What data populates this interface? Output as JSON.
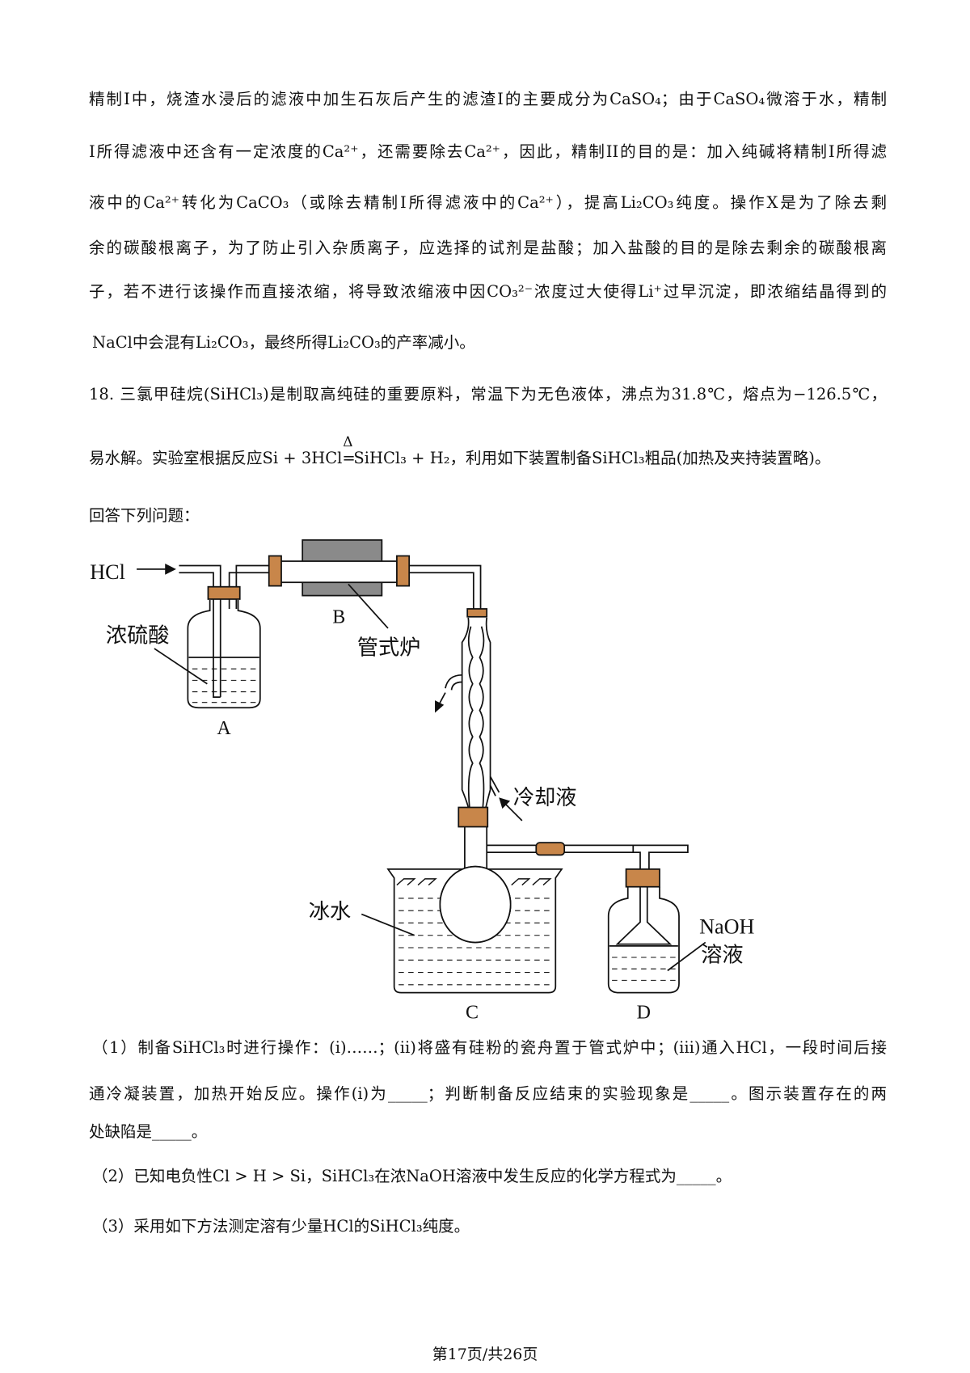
{
  "paragraph_lines": [
    "精制I中，烧渣水浸后的滤液中加生石灰后产生的滤渣I的主要成分为CaSO₄；由于CaSO₄微溶于水，精制",
    "I所得滤液中还含有一定浓度的Ca²⁺，还需要除去Ca²⁺，因此，精制II的目的是：加入纯碱将精制I所得滤",
    "液中的Ca²⁺转化为CaCO₃（或除去精制I所得滤液中的Ca²⁺），提高Li₂CO₃纯度。操作X是为了除去剩",
    "余的碳酸根离子，为了防止引入杂质离子，应选择的试剂是盐酸；加入盐酸的目的是除去剩余的碳酸根离",
    "子，若不进行该操作而直接浓缩，将导致浓缩液中因CO₃²⁻浓度过大使得Li⁺过早沉淀，即浓缩结晶得到的",
    "NaCl中会混有Li₂CO₃，最终所得Li₂CO₃的产率减小。"
  ],
  "question18": {
    "line1": "18. 三氯甲硅烷(SiHCl₃)是制取高纯硅的重要原料，常温下为无色液体，沸点为31.8℃，熔点为−126.5℃，",
    "line2_pre": "易水解。实验室根据反应Si + 3HCl",
    "line2_condition": "Δ",
    "line2_eq": "=",
    "line2_post": "SiHCl₃ + H₂，利用如下装置制备SiHCl₃粗品(加热及夹持装置略)。",
    "line3": "回答下列问题："
  },
  "diagram": {
    "hcl_label": "HCl",
    "acid_label": "浓硫酸",
    "label_a": "A",
    "label_b": "B",
    "furnace_label": "管式炉",
    "coolant_label": "冷却液",
    "ice_water_label": "冰水",
    "label_c": "C",
    "naoh_label_1": "NaOH",
    "naoh_label_2": "溶液",
    "label_d": "D",
    "stopper_color": "#c8864a",
    "furnace_color": "#8a8a8a"
  },
  "subquestions": [
    "（1）制备SiHCl₃时进行操作：(i)……；(ii)将盛有硅粉的瓷舟置于管式炉中；(iii)通入HCl，一段时间后接",
    "通冷凝装置，加热开始反应。操作(i)为_____；判断制备反应结束的实验现象是_____。图示装置存在的两",
    "处缺陷是_____。",
    "（2）已知电负性Cl > H > Si，SiHCl₃在浓NaOH溶液中发生反应的化学方程式为_____。",
    "（3）采用如下方法测定溶有少量HCl的SiHCl₃纯度。"
  ],
  "footer": "第17页/共26页"
}
